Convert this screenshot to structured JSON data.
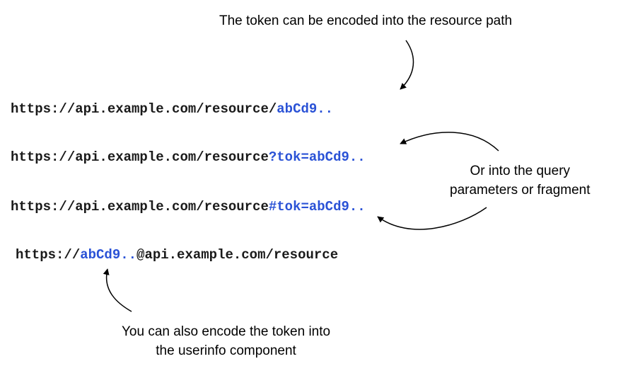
{
  "callouts": {
    "path_note": "The token can be encoded into the resource path",
    "query_note_line1": "Or into the query",
    "query_note_line2": "parameters or fragment",
    "userinfo_note_line1": "You can also encode the token into",
    "userinfo_note_line2": "the userinfo component"
  },
  "urls": {
    "path": {
      "base": "https://api.example.com/resource/",
      "token": "abCd9.."
    },
    "query": {
      "base": "https://api.example.com/resource",
      "token": "?tok=abCd9.."
    },
    "fragment": {
      "base": "https://api.example.com/resource",
      "token": "#tok=abCd9.."
    },
    "userinfo": {
      "prefix": "https://",
      "token": "abCd9..",
      "suffix": "@api.example.com/resource"
    }
  },
  "colors": {
    "token": "#2a52d6",
    "text": "#1a1a1a"
  }
}
